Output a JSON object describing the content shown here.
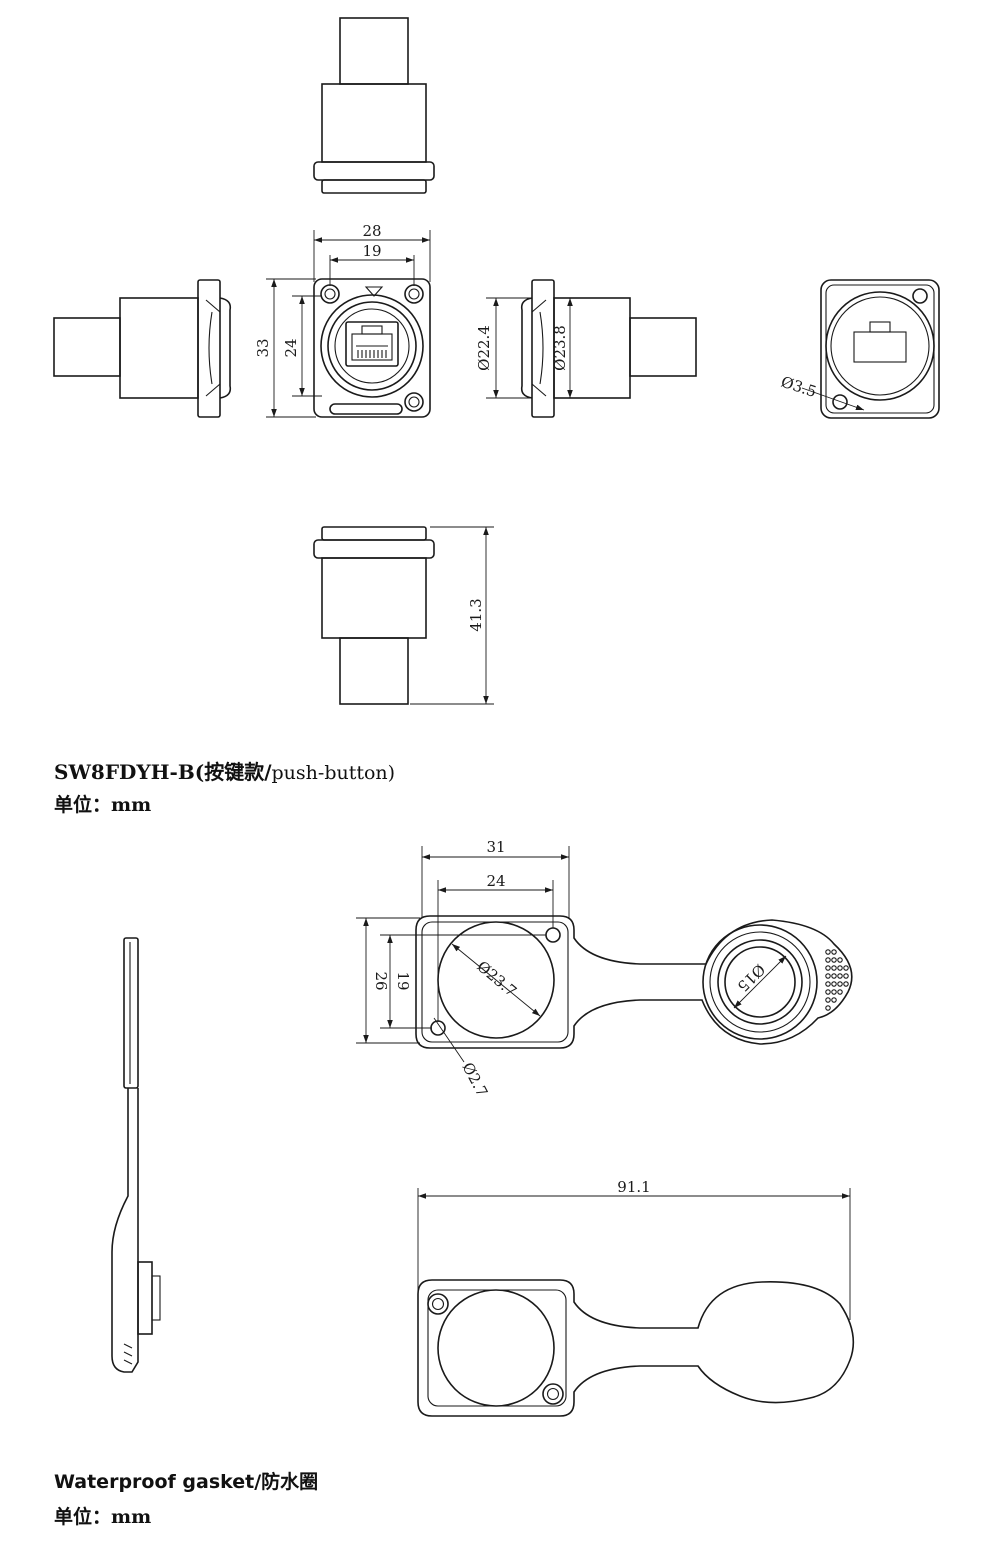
{
  "connector": {
    "dims": {
      "width_outer": "28",
      "width_inner": "19",
      "height_outer": "33",
      "height_inner": "24",
      "dia_a": "Ø22.4",
      "dia_b": "Ø23.8",
      "hole": "Ø3.5",
      "length": "41.3"
    },
    "caption": {
      "model": "SW8FDYH-B(按键款/",
      "model_suffix": "push-button)",
      "unit": "单位：mm"
    }
  },
  "gasket": {
    "dims": {
      "width_outer": "31",
      "width_inner": "24",
      "height_outer": "26",
      "height_inner": "19",
      "dia_main": "Ø23.7",
      "dia_cap": "Ø15",
      "hole": "Ø2.7",
      "overall_length": "91.1"
    },
    "caption": {
      "title": "Waterproof gasket/防水圈",
      "unit": "单位：mm"
    }
  }
}
